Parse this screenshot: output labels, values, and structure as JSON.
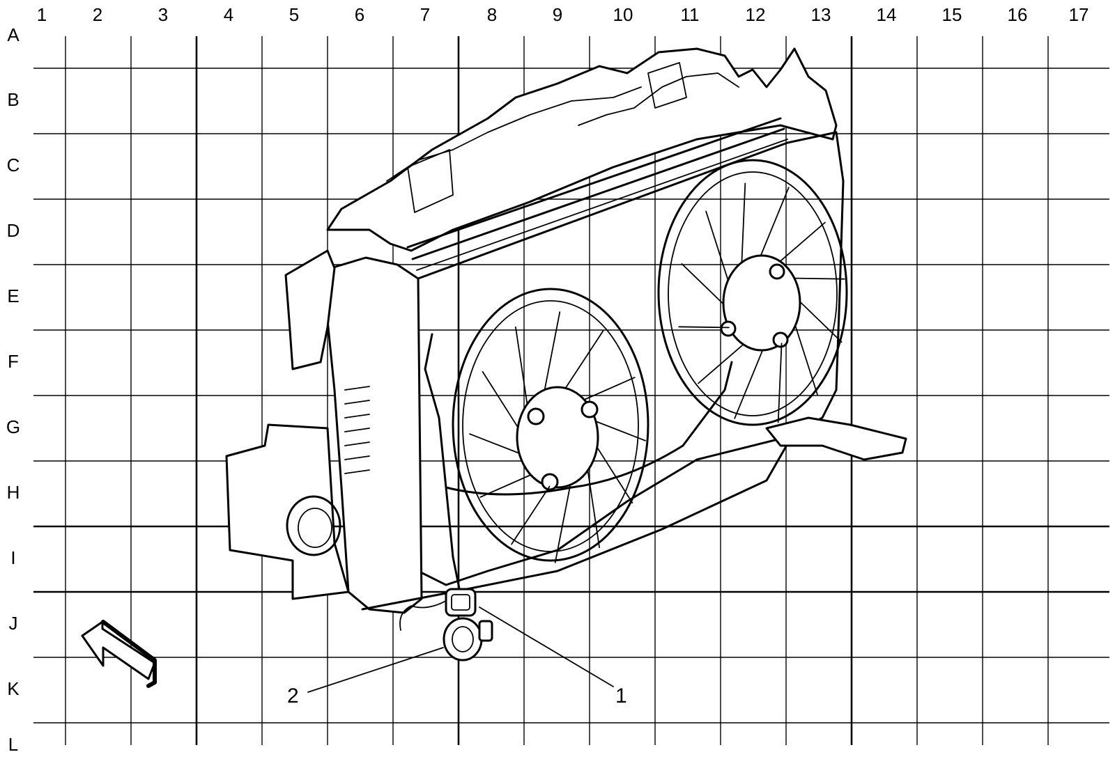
{
  "grid": {
    "column_labels": [
      "1",
      "2",
      "3",
      "4",
      "5",
      "6",
      "7",
      "8",
      "9",
      "10",
      "11",
      "12",
      "13",
      "14",
      "15",
      "16",
      "17"
    ],
    "row_labels": [
      "A",
      "B",
      "C",
      "D",
      "E",
      "F",
      "G",
      "H",
      "I",
      "J",
      "K",
      "L"
    ]
  },
  "callouts": [
    {
      "number": "1"
    },
    {
      "number": "2"
    }
  ],
  "orientation_arrow_icon": "front-direction-arrow-icon"
}
